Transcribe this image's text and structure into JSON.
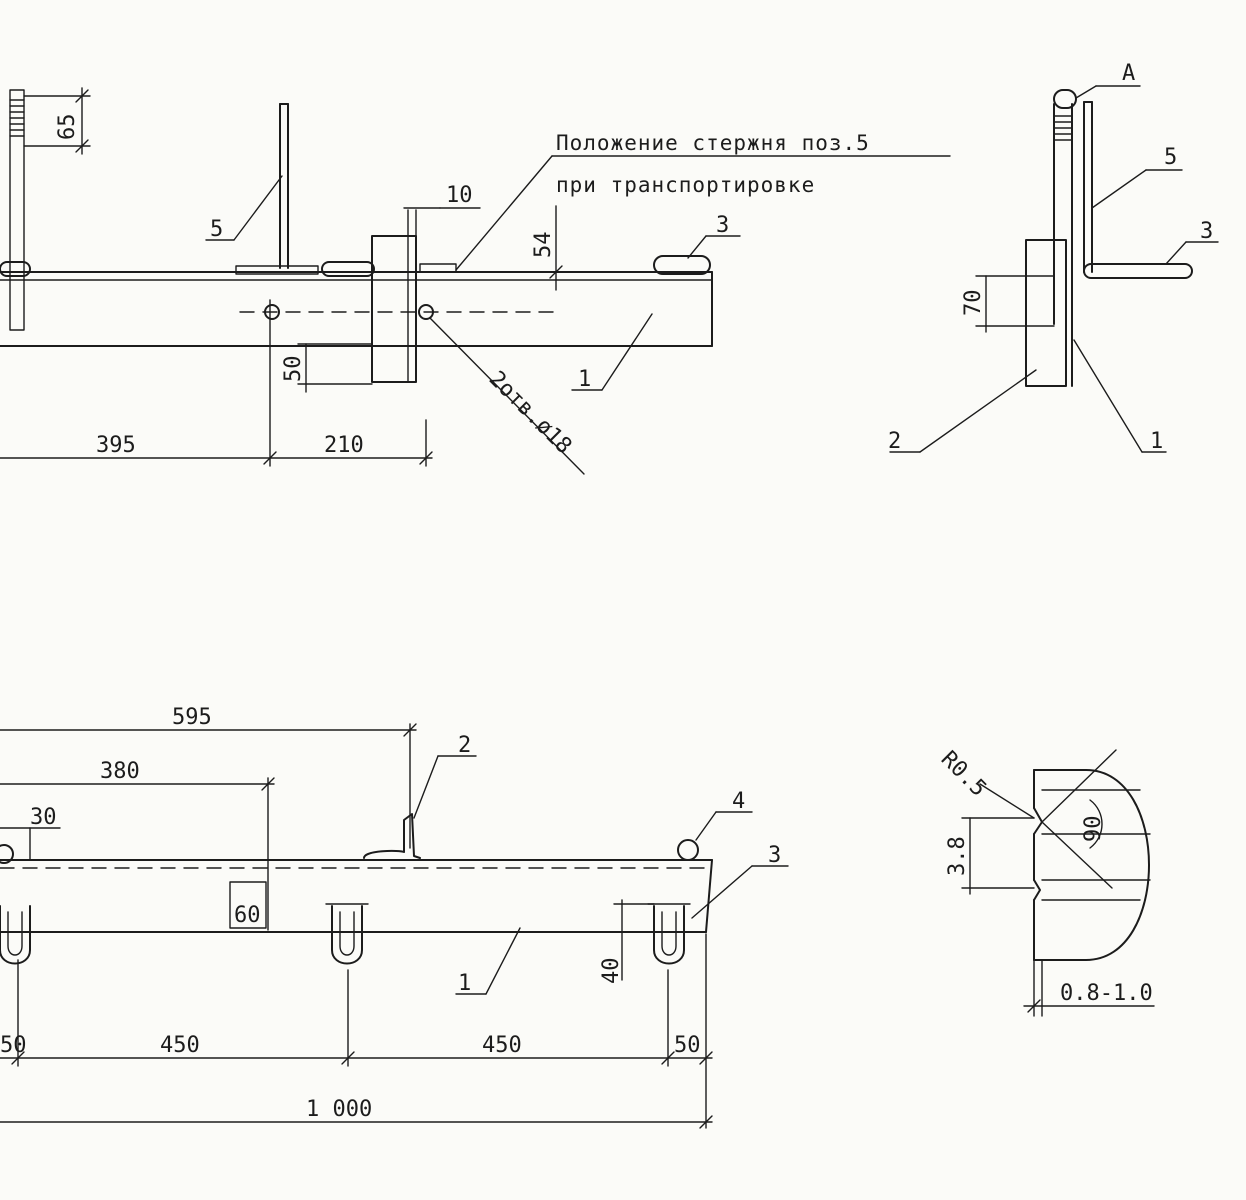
{
  "note": {
    "line1": "Положение стержня поз.5",
    "line2": "при транспортировке"
  },
  "top_view": {
    "dim_65": "65",
    "dim_10": "10",
    "dim_54": "54",
    "dim_50": "50",
    "dim_395": "395",
    "dim_210": "210",
    "holes": "2отв.ø18",
    "pos_5": "5",
    "pos_3": "3",
    "pos_1": "1"
  },
  "side_view": {
    "label_a": "A",
    "pos_5": "5",
    "pos_3": "3",
    "pos_2": "2",
    "pos_1": "1",
    "dim_70": "70"
  },
  "bottom_view": {
    "dim_595": "595",
    "dim_380": "380",
    "dim_30": "30",
    "dim_60": "60",
    "dim_40": "40",
    "dim_50_left": "50",
    "dim_450_a": "450",
    "dim_450_b": "450",
    "dim_50_right": "50",
    "dim_1000": "1 000",
    "pos_2": "2",
    "pos_4": "4",
    "pos_3": "3",
    "pos_1": "1"
  },
  "detail_a": {
    "r05": "R0.5",
    "angle_90": "90",
    "dim_38": "3.8",
    "dim_0810": "0.8-1.0"
  }
}
